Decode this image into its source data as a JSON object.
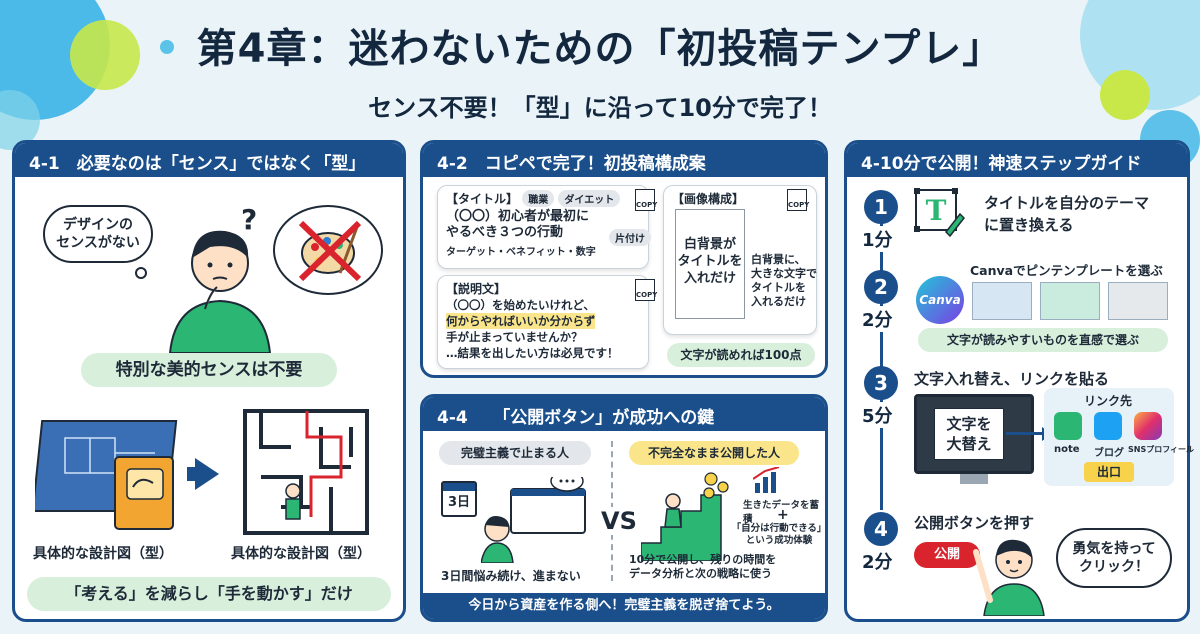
{
  "page": {
    "title": "第4章：迷わないための「初投稿テンプレ」",
    "subtitle": "センス不要！「型」に沿って10分で完了！"
  },
  "section1": {
    "header": "4-1　必要なのは「センス」ではなく「型」",
    "thought_bubble": "デザインの\nセンスがない",
    "question_mark": "?",
    "green_caption": "特別な美的センスは不要",
    "label_left": "具体的な設計図（型）",
    "label_right": "具体的な設計図（型）",
    "bottom_caption": "「考える」を減らし「手を動かす」だけ"
  },
  "section2": {
    "header": "4-2　コピペで完了！初投稿構成案",
    "title_card": {
      "heading": "【タイトル】",
      "tags": [
        "職業",
        "ダイエット",
        "片付け"
      ],
      "line1": "（〇〇）初心者が最初に",
      "line2": "やるべき３つの行動",
      "line3": "ターゲット・ベネフィット・数字",
      "copy_label": "COPY"
    },
    "desc_card": {
      "heading": "【説明文】",
      "line1": "（〇〇）を始めたいけれど、",
      "line2": "何からやればいいか分からず",
      "line3": "手が止まっていませんか？",
      "line4": "…結果を出したい方は必見です！",
      "copy_label": "COPY"
    },
    "image_card": {
      "heading": "【画像構成】",
      "center_text": "白背景が\nタイトルを\n入れだけ",
      "side_text": "白背景に、\n大きな文字で\nタイトルを\n入れるだけ",
      "copy_label": "COPY"
    },
    "score_pill": "文字が読めれば100点"
  },
  "section3": {
    "header": "4-10分で公開！神速ステップガイド",
    "steps": [
      {
        "num": "1",
        "time": "1分",
        "text": "タイトルを自分のテーマ\nに置き換える"
      },
      {
        "num": "2",
        "time": "2分",
        "text": "Canvaでピンテンプレートを選ぶ",
        "sub": "文字が読みやすいものを直感で選ぶ",
        "logo": "Canva"
      },
      {
        "num": "3",
        "time": "5分",
        "text": "文字入れ替え、リンクを貼る",
        "screen_text": "文字を\n大替え",
        "link_title": "リンク先",
        "links": [
          "note",
          "ブログ",
          "SNSプロフィール"
        ],
        "exit": "出口"
      },
      {
        "num": "4",
        "time": "2分",
        "text": "公開ボタンを押す",
        "button": "公開",
        "bubble": "勇気を持って\nクリック！"
      }
    ]
  },
  "section4": {
    "header": "4-4　　「公開ボタン」が成功への鍵",
    "left_label": "完璧主義で止まる人",
    "right_label": "不完全なまま公開した人",
    "calendar": "3日",
    "left_caption": "3日間悩み続け、進まない",
    "vs": "VS",
    "data_text": "生きたデータを蓄積",
    "plus": "+",
    "success_text": "「自分は行動できる」\nという成功体験",
    "right_caption": "10分で公開し、残りの時間を\nデータ分析と次の戦略に使う",
    "footer": "今日から資産を作る側へ！完璧主義を脱ぎ捨てよう。"
  },
  "colors": {
    "navy": "#1a4f8b",
    "green": "#2bb673",
    "red": "#d9232d",
    "yellow": "#f7d24a"
  }
}
